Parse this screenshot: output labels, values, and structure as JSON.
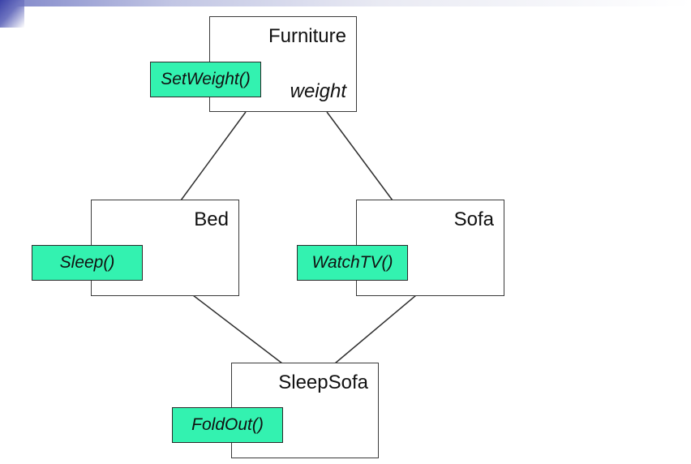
{
  "diagram": {
    "colors": {
      "method_fill": "#33f2b0",
      "box_border": "#3a3a3a",
      "line": "#2f2f2f"
    },
    "nodes": [
      {
        "id": "furniture",
        "name": "Furniture",
        "attribute": "weight",
        "method": "SetWeight()"
      },
      {
        "id": "bed",
        "name": "Bed",
        "method": "Sleep()"
      },
      {
        "id": "sofa",
        "name": "Sofa",
        "method": "WatchTV()"
      },
      {
        "id": "sleepsofa",
        "name": "SleepSofa",
        "method": "FoldOut()"
      }
    ],
    "edges": [
      {
        "from": "bed",
        "to": "furniture"
      },
      {
        "from": "sofa",
        "to": "furniture"
      },
      {
        "from": "sleepsofa",
        "to": "bed"
      },
      {
        "from": "sleepsofa",
        "to": "sofa"
      }
    ]
  }
}
